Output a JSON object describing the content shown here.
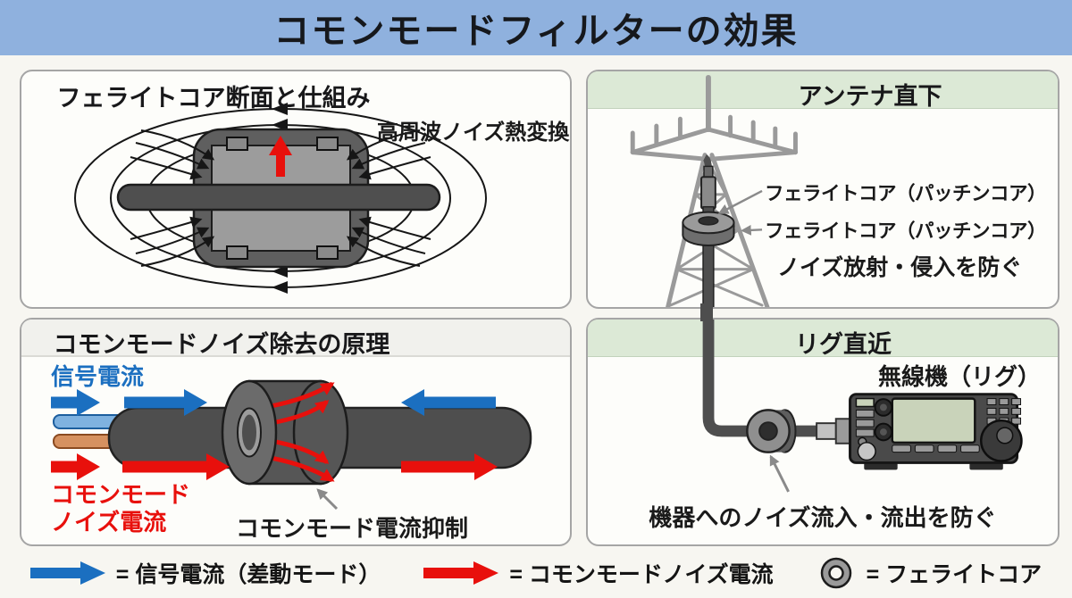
{
  "title": "コモンモードフィルターの効果",
  "colors": {
    "title_bar": "#8fb1de",
    "page_bg": "#f7f6f1",
    "panel_bg": "#fdfdfa",
    "panel_border": "#a5a5a5",
    "green_header": "#dce9d6",
    "signal_blue": "#1b6fc0",
    "noise_red": "#e8100c"
  },
  "panels": {
    "ferrite": {
      "title": "フェライトコア断面と仕組み",
      "heat_label": "高周波ノイズ熱変換"
    },
    "principle": {
      "title": "コモンモードノイズ除去の原理",
      "signal_label": "信号電流",
      "noise_label_line1": "コモンモード",
      "noise_label_line2": "ノイズ電流",
      "suppression_label": "コモンモード電流抑制"
    },
    "antenna": {
      "title": "アンテナ直下",
      "core_label_top": "フェライトコア（パッチンコア）",
      "core_label_bottom": "フェライトコア（パッチンコア）",
      "note": "ノイズ放射・侵入を防ぐ"
    },
    "rig": {
      "title": "リグ直近",
      "device_label": "無線機（リグ）",
      "note": "機器へのノイズ流入・流出を防ぐ"
    }
  },
  "legend": {
    "signal": "= 信号電流（差動モード）",
    "noise": "= コモンモードノイズ電流",
    "core": "= フェライトコア"
  }
}
